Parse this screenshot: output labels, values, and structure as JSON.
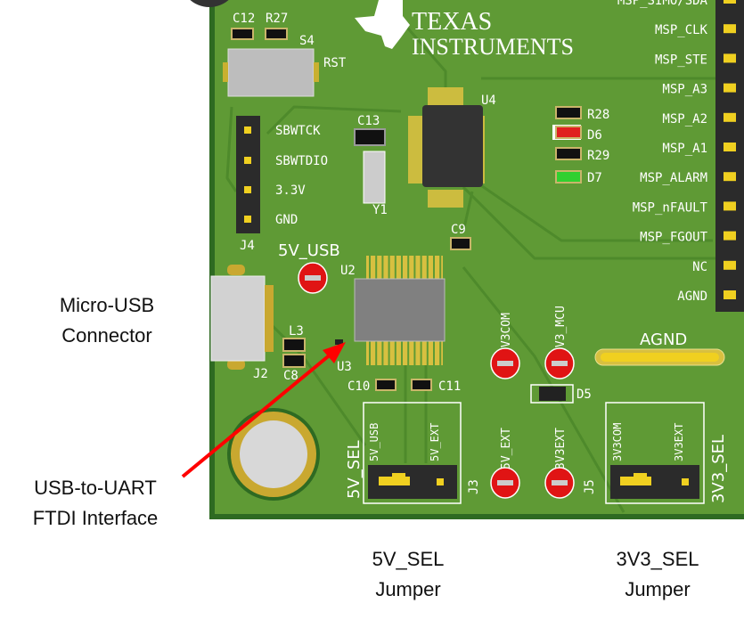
{
  "board": {
    "logo": {
      "line1": "TEXAS",
      "line2": "INSTRUMENTS"
    },
    "colors": {
      "pcb": "#5f9a35",
      "pcb_edge": "#2e6a22",
      "silkscreen": "#ffffff",
      "pad": "#e6c619",
      "testpoint": "#e01414",
      "led_red": "#e02020",
      "led_green": "#30d030",
      "arrow": "#ff0000"
    },
    "components": {
      "c12": "C12",
      "r27": "R27",
      "s4": "S4",
      "rst": "RST",
      "c13": "C13",
      "y1": "Y1",
      "u4": "U4",
      "r28": "R28",
      "d6": "D6",
      "r29": "R29",
      "d7": "D7",
      "c9": "C9",
      "u2": "U2",
      "j2": "J2",
      "l3": "L3",
      "c8": "C8",
      "u3": "U3",
      "c10": "C10",
      "c11": "C11",
      "d5": "D5",
      "j3": "J3",
      "j5": "J5",
      "j4": "J4"
    },
    "j4_pins": [
      "SBWTCK",
      "SBWTDIO",
      "3.3V",
      "GND"
    ],
    "header_pins": [
      "MSP_SIMO/SDA",
      "MSP_CLK",
      "MSP_STE",
      "MSP_A3",
      "MSP_A2",
      "MSP_A1",
      "MSP_ALARM",
      "MSP_nFAULT",
      "MSP_FGOUT",
      "NC",
      "AGND"
    ],
    "testpoints": {
      "tp_5v_usb": "5V_USB",
      "tp_3v3com": "3V3COM",
      "tp_3v3_mcu": "3V3_MCU",
      "tp_5v_ext": "5V_EXT",
      "tp_3v3ext": "3V3EXT"
    },
    "agnd_bar": "AGND",
    "j3_block": {
      "title": "5V_SEL",
      "left": "5V_USB",
      "right": "5V_EXT"
    },
    "j5_block": {
      "title": "3V3_SEL",
      "left": "3V3COM",
      "right": "3V3EXT"
    }
  },
  "annotations": {
    "micro_usb": {
      "line1": "Micro-USB",
      "line2": "Connector"
    },
    "ftdi": {
      "line1": "USB-to-UART",
      "line2": "FTDI Interface"
    },
    "sel5v": {
      "line1": "5V_SEL",
      "line2": "Jumper"
    },
    "sel3v3": {
      "line1": "3V3_SEL",
      "line2": "Jumper"
    }
  }
}
